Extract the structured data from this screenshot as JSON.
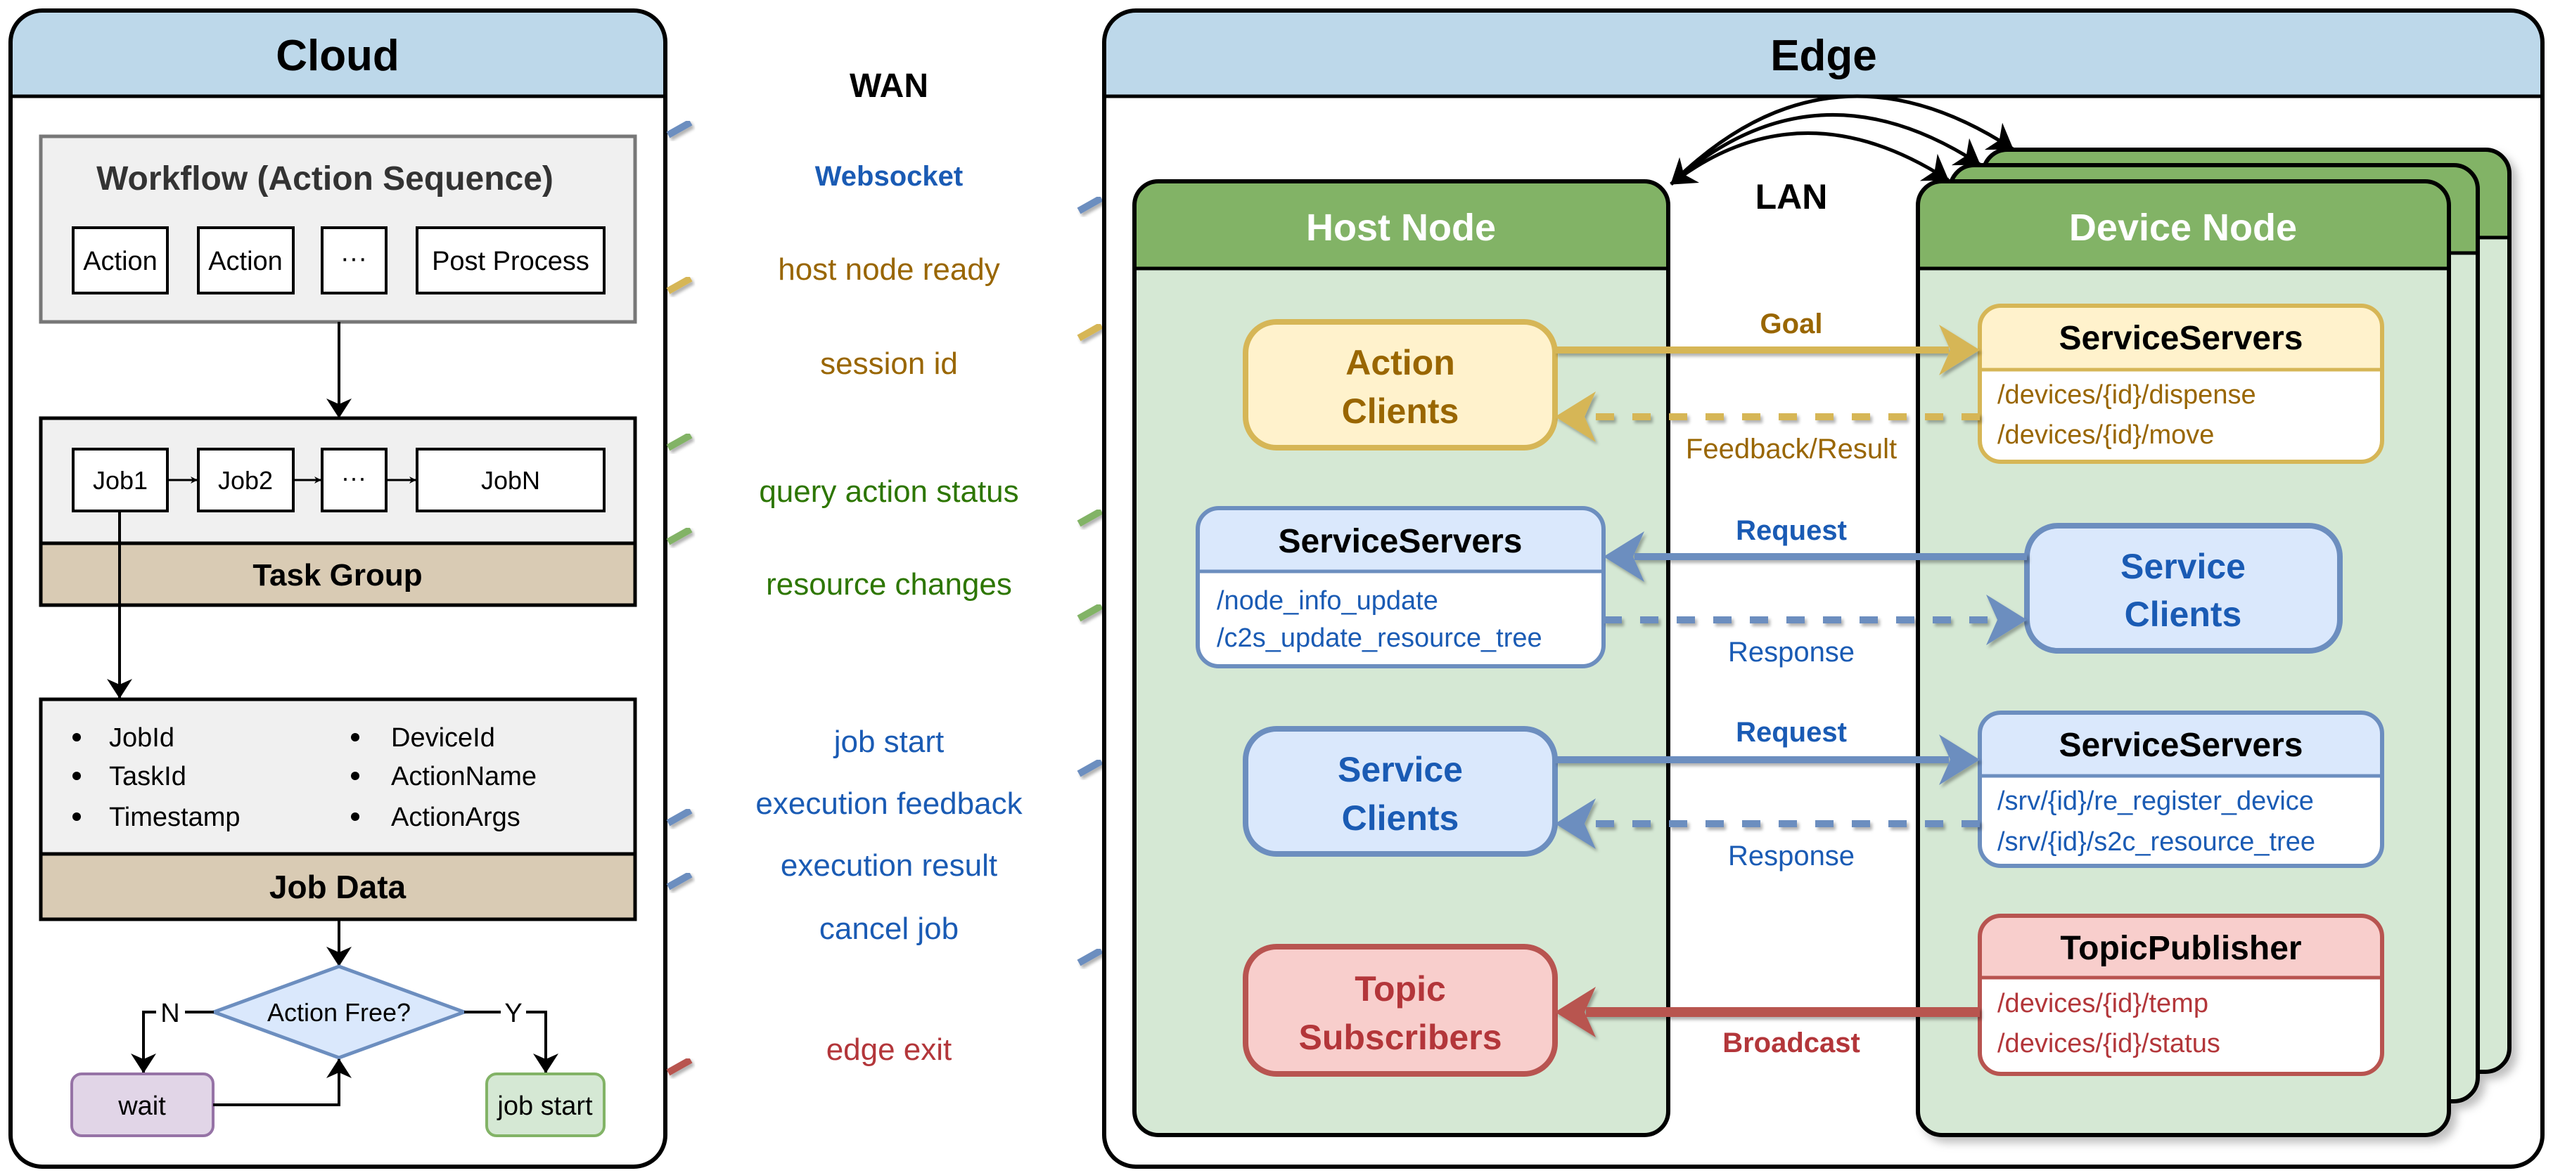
{
  "colors": {
    "panel_header": "#bdd8ea",
    "node_header": "#82b366",
    "node_body": "#d5e8d4",
    "task_label_bg": "#d9cbb4",
    "gray_box": "#f0f0f0",
    "blue_stroke": "#6c8ebf",
    "blue_fill": "#dae8fc",
    "blue_text": "#1a5bb4",
    "yellow_stroke": "#d6b656",
    "yellow_fill": "#fff2cc",
    "yellow_text": "#996600",
    "green_stroke": "#82b366",
    "green_text": "#2d7600",
    "red_stroke": "#b85450",
    "red_fill": "#f8cecc",
    "red_text": "#b3363a",
    "purple_stroke": "#9673a6",
    "purple_fill": "#e1d5e7"
  },
  "cloud": {
    "title": "Cloud",
    "workflow": {
      "title": "Workflow (Action Sequence)",
      "items": [
        "Action",
        "Action",
        "···",
        "Post Process"
      ]
    },
    "task_group": {
      "label": "Task Group",
      "jobs": [
        "Job1",
        "Job2",
        "···",
        "JobN"
      ]
    },
    "job_data": {
      "label": "Job Data",
      "fields_left": [
        "JobId",
        "TaskId",
        "Timestamp"
      ],
      "fields_right": [
        "DeviceId",
        "ActionName",
        "ActionArgs"
      ]
    },
    "decision": {
      "question": "Action Free?",
      "no_label": "N",
      "yes_label": "Y",
      "no_target": "wait",
      "yes_target": "job start"
    }
  },
  "wan": {
    "title": "WAN",
    "messages": [
      {
        "label": "",
        "direction": "to-cloud",
        "color": "blue",
        "style": "solid"
      },
      {
        "label": "Websocket",
        "direction": "to-edge",
        "color": "blue",
        "style": "solid",
        "bold": true
      },
      {
        "label": "host node ready",
        "direction": "to-cloud",
        "color": "yellow",
        "style": "solid"
      },
      {
        "label": "session id",
        "direction": "to-edge",
        "color": "yellow",
        "style": "solid"
      },
      {
        "label": "",
        "direction": "to-cloud",
        "color": "green",
        "style": "solid"
      },
      {
        "label": "query action status",
        "direction": "to-edge",
        "color": "green",
        "style": "solid"
      },
      {
        "label": "",
        "direction": "to-cloud",
        "color": "green",
        "style": "solid"
      },
      {
        "label": "resource changes",
        "direction": "to-edge",
        "color": "green",
        "style": "solid"
      },
      {
        "label": "job start",
        "direction": "to-edge",
        "color": "blue",
        "style": "solid"
      },
      {
        "label": "execution feedback",
        "direction": "to-cloud",
        "color": "blue",
        "style": "solid"
      },
      {
        "label": "execution result",
        "direction": "to-cloud",
        "color": "blue",
        "style": "solid"
      },
      {
        "label": "cancel job",
        "direction": "to-edge",
        "color": "blue",
        "style": "dashed"
      },
      {
        "label": "edge exit",
        "direction": "to-cloud",
        "color": "red",
        "style": "solid"
      }
    ]
  },
  "edge": {
    "title": "Edge",
    "lan_label": "LAN",
    "host_node": {
      "title": "Host Node",
      "action_clients": [
        "Action",
        "Clients"
      ],
      "service_servers": {
        "title": "ServiceServers",
        "paths": [
          "/node_info_update",
          "/c2s_update_resource_tree"
        ]
      },
      "service_clients": [
        "Service",
        "Clients"
      ],
      "topic_subscribers": [
        "Topic",
        "Subscribers"
      ]
    },
    "device_node": {
      "title": "Device Node",
      "action_servers": {
        "title": "ServiceServers",
        "paths": [
          "/devices/{id}/dispense",
          "/devices/{id}/move"
        ]
      },
      "service_clients": [
        "Service",
        "Clients"
      ],
      "service_servers": {
        "title": "ServiceServers",
        "paths": [
          "/srv/{id}/re_register_device",
          "/srv/{id}/s2c_resource_tree"
        ]
      },
      "topic_publisher": {
        "title": "TopicPublisher",
        "paths": [
          "/devices/{id}/temp",
          "/devices/{id}/status"
        ]
      }
    },
    "links": {
      "goal": "Goal",
      "feedback_result": "Feedback/Result",
      "request_1": "Request",
      "response_1": "Response",
      "request_2": "Request",
      "response_2": "Response",
      "broadcast": "Broadcast"
    }
  }
}
